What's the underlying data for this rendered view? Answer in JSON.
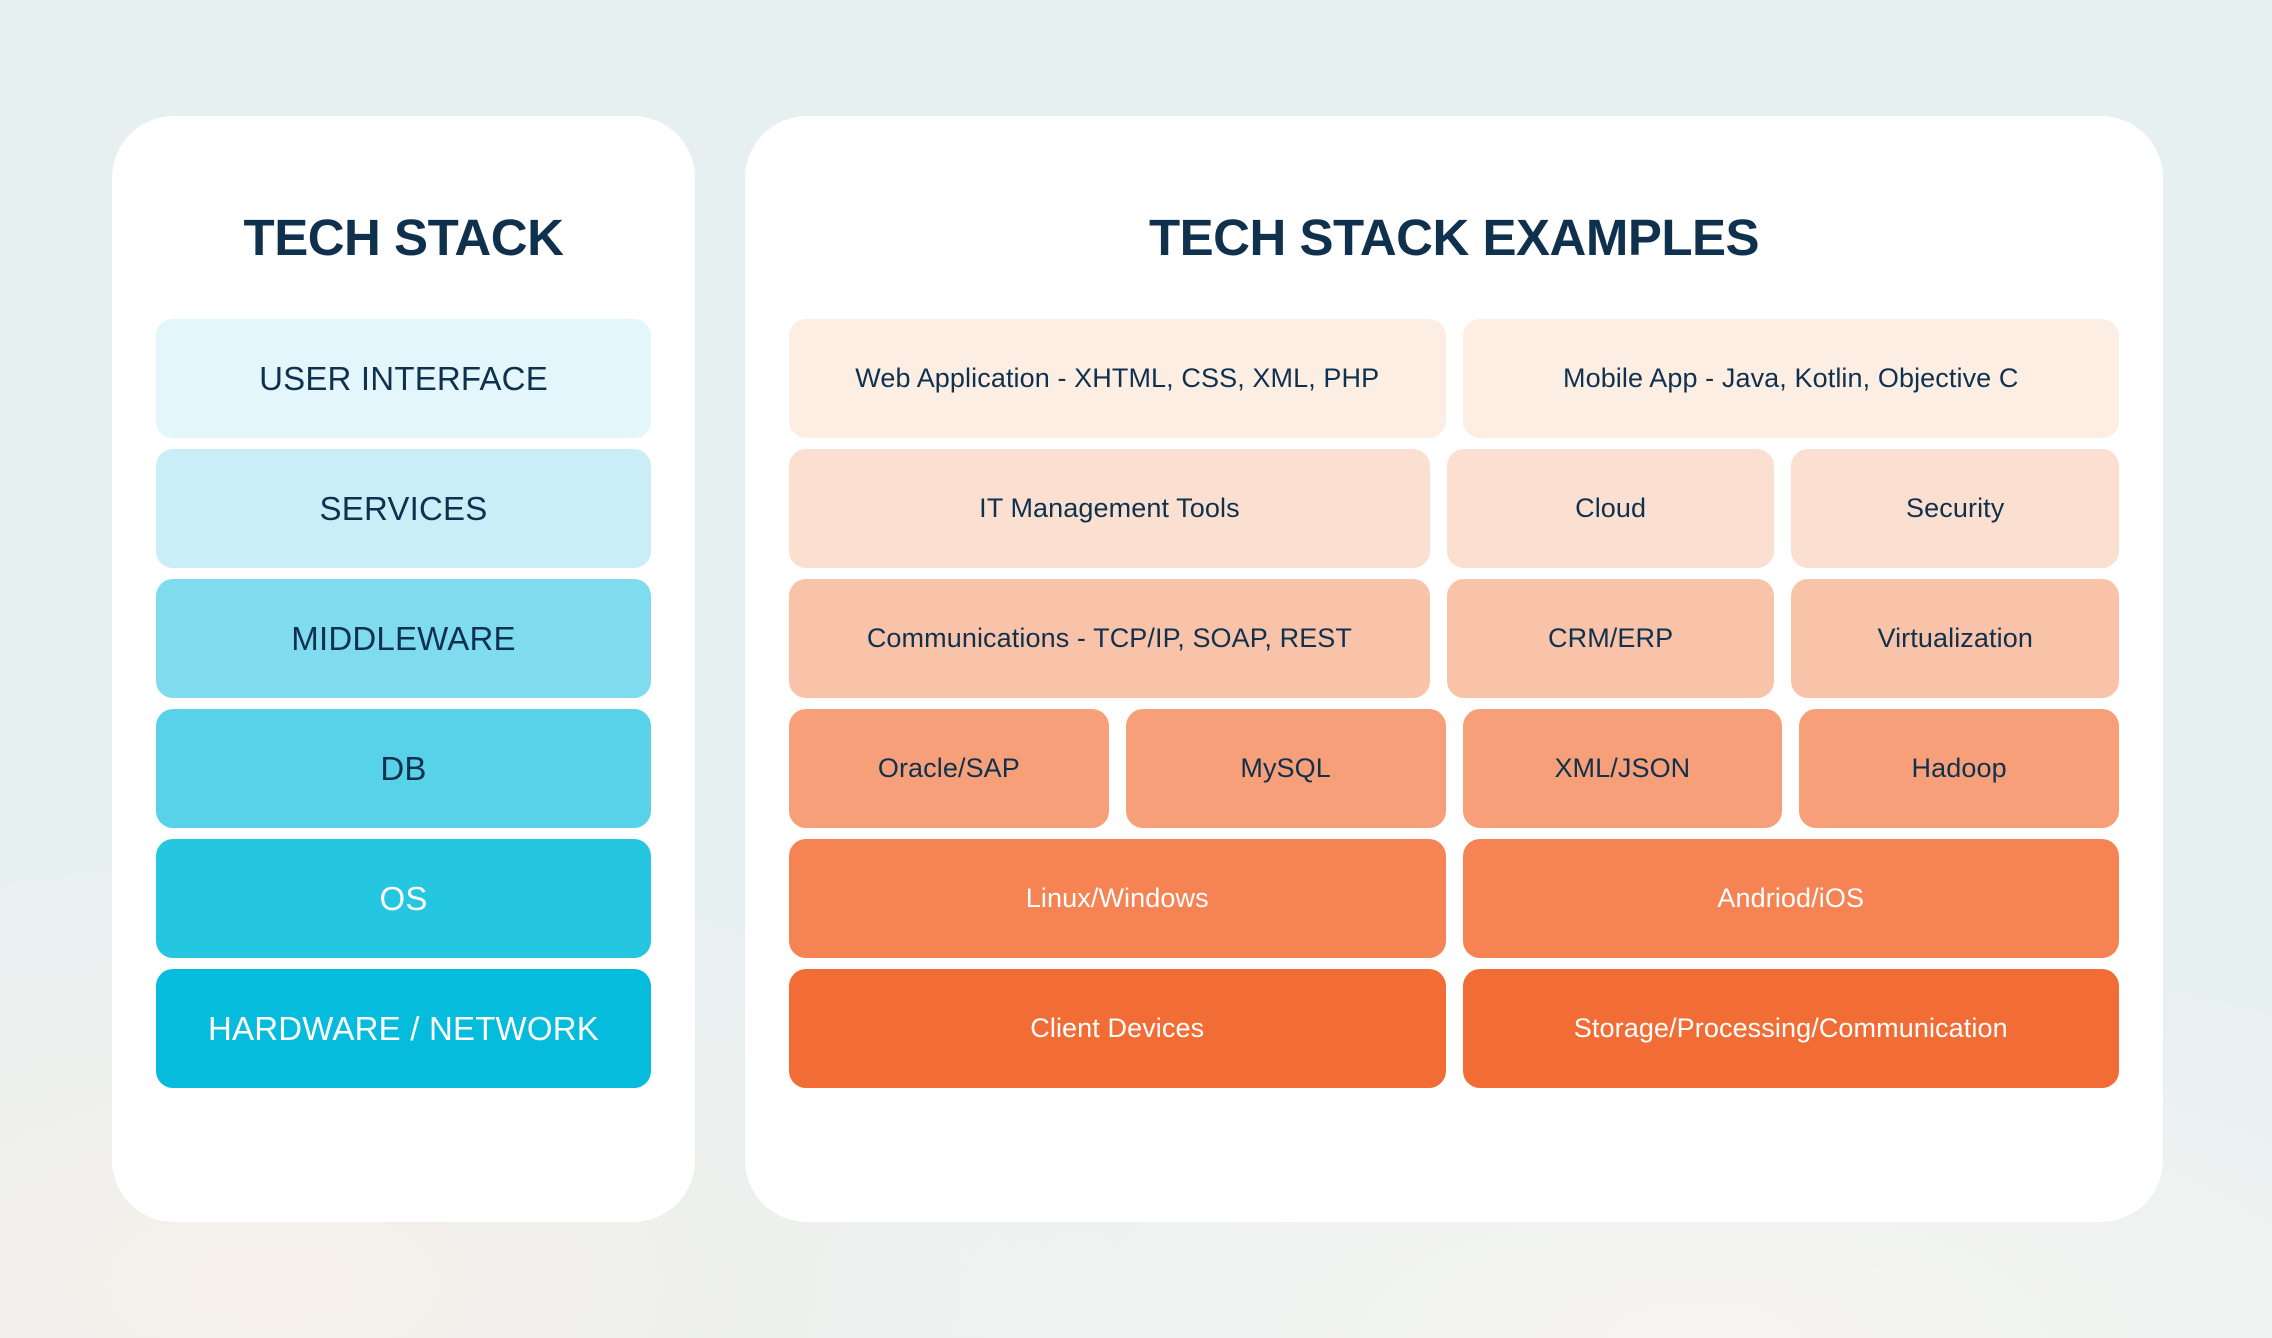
{
  "background_color": "#e7f0f1",
  "card_color": "#ffffff",
  "text_dark": "#10314d",
  "text_light": "#ffffff",
  "left_panel": {
    "title": "TECH STACK",
    "layers": [
      {
        "label": "USER INTERFACE",
        "color": "#e2f6fc",
        "text_color": "#10314d"
      },
      {
        "label": "SERVICES",
        "color": "#c9eef8",
        "text_color": "#10314d"
      },
      {
        "label": "MIDDLEWARE",
        "color": "#7fdcee",
        "text_color": "#10314d"
      },
      {
        "label": "DB",
        "color": "#58d2e8",
        "text_color": "#10314d"
      },
      {
        "label": "OS",
        "color": "#25c6e0",
        "text_color": "#ffffff"
      },
      {
        "label": "HARDWARE / NETWORK",
        "color": "#05bcdd",
        "text_color": "#ffffff"
      }
    ]
  },
  "right_panel": {
    "title": "TECH STACK EXAMPLES",
    "rows": [
      {
        "row_color": "#fdeee4",
        "text_color": "#10314d",
        "cells": [
          {
            "label": "Web Application - XHTML, CSS, XML, PHP",
            "flex": 448
          },
          {
            "label": "Mobile App - Java, Kotlin, Objective C",
            "flex": 448
          }
        ]
      },
      {
        "row_color": "#fbdfd0",
        "text_color": "#10314d",
        "cells": [
          {
            "label": "IT Management Tools",
            "flex": 448
          },
          {
            "label": "Cloud",
            "flex": 219
          },
          {
            "label": "Security",
            "flex": 219
          }
        ]
      },
      {
        "row_color": "#f8c3a9",
        "text_color": "#10314d",
        "cells": [
          {
            "label": "Communications - TCP/IP, SOAP, REST",
            "flex": 448
          },
          {
            "label": "CRM/ERP",
            "flex": 219
          },
          {
            "label": "Virtualization",
            "flex": 219
          }
        ]
      },
      {
        "row_color": "#f79f79",
        "text_color": "#10314d",
        "cells": [
          {
            "label": "Oracle/SAP",
            "flex": 219
          },
          {
            "label": "MySQL",
            "flex": 219
          },
          {
            "label": "XML/JSON",
            "flex": 219
          },
          {
            "label": "Hadoop",
            "flex": 219
          }
        ]
      },
      {
        "row_color": "#f58354",
        "text_color": "#ffffff",
        "cells": [
          {
            "label": "Linux/Windows",
            "flex": 448
          },
          {
            "label": "Andriod/iOS",
            "flex": 448
          }
        ]
      },
      {
        "row_color": "#f26c35",
        "text_color": "#ffffff",
        "cells": [
          {
            "label": "Client Devices",
            "flex": 448
          },
          {
            "label": "Storage/Processing/Communication",
            "flex": 448
          }
        ]
      }
    ]
  }
}
